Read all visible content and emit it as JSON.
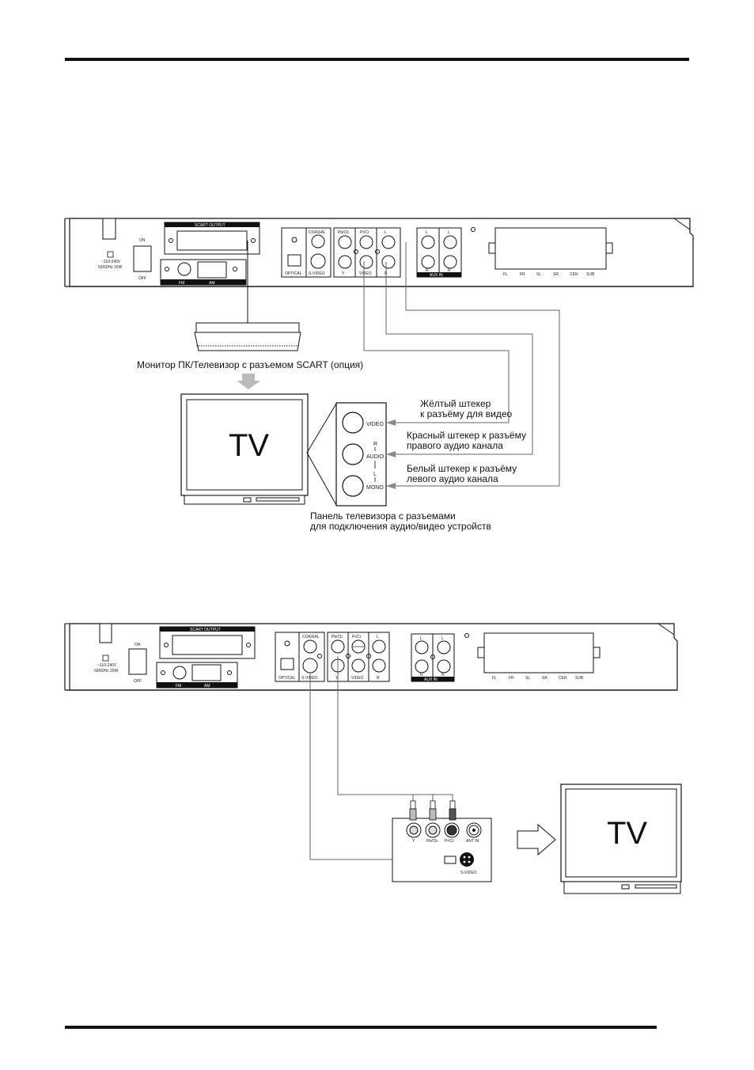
{
  "diagram1": {
    "panel": {
      "scart": "SCART  OUTPUT",
      "on": "ON",
      "off": "OFF",
      "fm": "FM",
      "am": "AM",
      "coaxial": "COAXIAL",
      "optical": "OPTICAL",
      "svideo": "S-VIDEO",
      "pbcb": "Pb/Cb",
      "prcr": "Pr/Cr",
      "y": "Y",
      "video": "VIDEO",
      "l": "L",
      "r": "R",
      "aux_l1": "L",
      "aux_l2": "L",
      "aux_r1": "R",
      "aux_r2": "R",
      "aux_in": "AUX  IN",
      "power_spec1": "~110-240V",
      "power_spec2": "50/60Hz  20W",
      "speakers": [
        "FL",
        "FR",
        "SL",
        "SR",
        "CEN",
        "SUB"
      ]
    },
    "scart_caption": "Монитор ПК/Телевизор с разъемом SCART (опция)",
    "tv_label": "TV",
    "jack_video": "VIDEO",
    "jack_r": "R",
    "jack_audio": "AUDIO",
    "jack_l": "L",
    "jack_mono": "MONO",
    "yellow_line1": "Жёлтый штекер",
    "yellow_line2": "к разъёму для видео",
    "red_line1": "Красный штекер к разъёму",
    "red_line2": "правого аудио канала",
    "white_line1": "Белый штекер к разъёму",
    "white_line2": "левого аудио канала",
    "tvpanel_line1": "Панель телевизора с разъемами",
    "tvpanel_line2": "для подключения аудио/видео устройств"
  },
  "diagram2": {
    "panel": {
      "scart": "SCART  OUTPUT",
      "on": "ON",
      "off": "OFF",
      "fm": "FM",
      "am": "AM",
      "coaxial": "COAXIAL",
      "optical": "OPTICAL",
      "svideo": "S-VIDEO",
      "pbcb": "Pb/Cb",
      "prcr": "Pr/Cr",
      "y": "Y",
      "video": "VIDEO",
      "l": "L",
      "r": "R",
      "aux_l1": "L",
      "aux_l2": "L",
      "aux_r1": "R",
      "aux_r2": "R",
      "aux_in": "AUX  IN",
      "power_spec1": "~110-240V",
      "power_spec2": "50/60Hz  20W",
      "speakers": [
        "FL",
        "FR",
        "SL",
        "SR",
        "CEN",
        "SUB"
      ]
    },
    "tvpanel": {
      "y": "Y",
      "pbcb": "Pb/Cb",
      "prcr": "Pr/Cr",
      "antin": "ANT IN",
      "svideo": "S-VIDEO"
    },
    "tv_label": "TV"
  }
}
